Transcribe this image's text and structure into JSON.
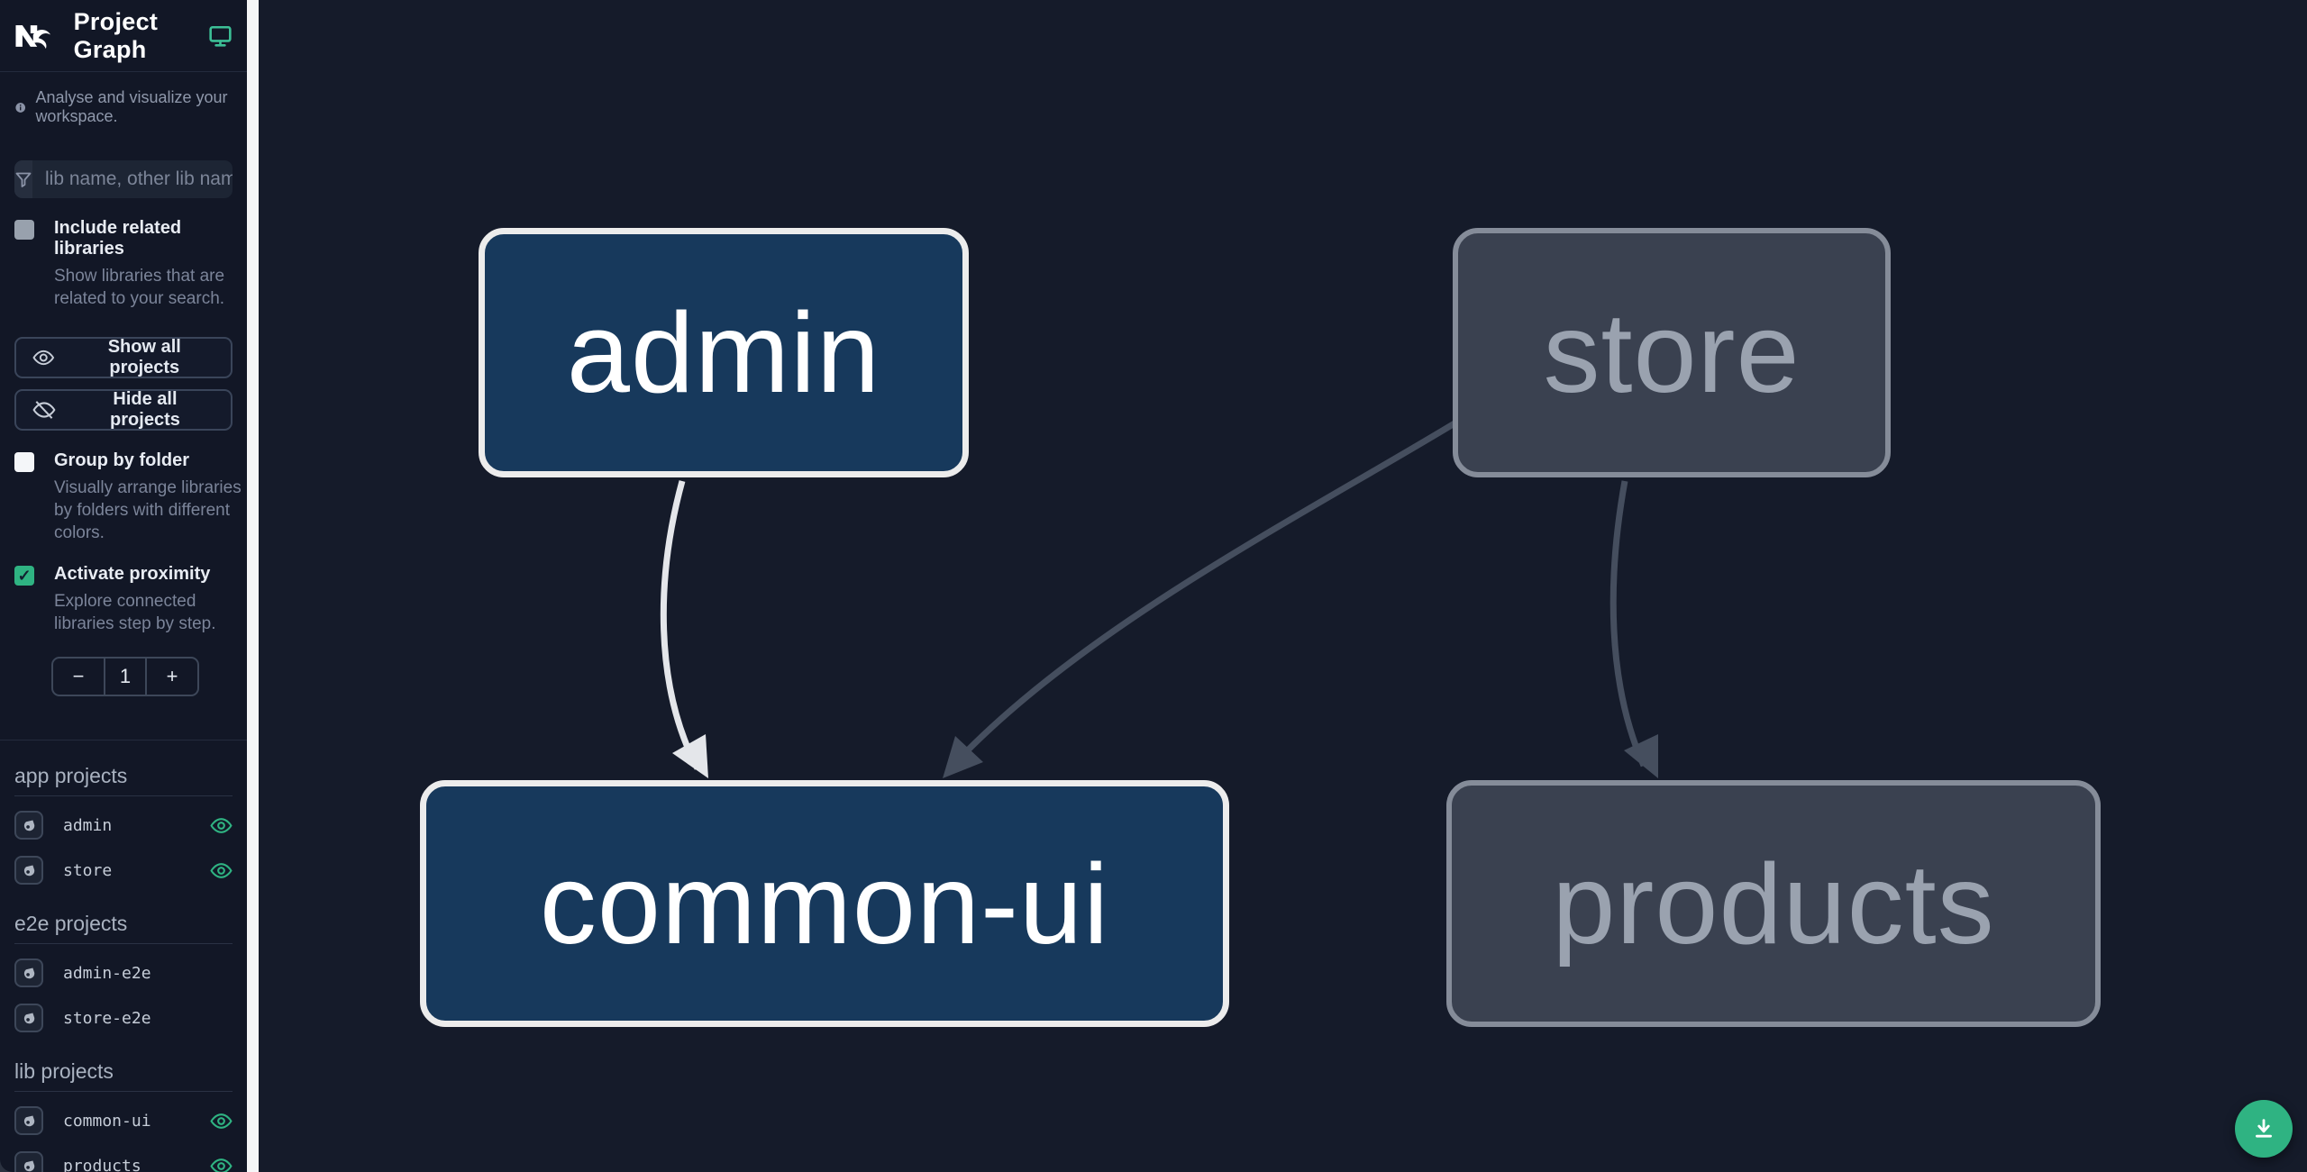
{
  "header": {
    "title": "Project Graph"
  },
  "sidebar": {
    "tagline": "Analyse and visualize your workspace.",
    "search": {
      "placeholder": "lib name, other lib name"
    },
    "options": [
      {
        "label": "Include related libraries",
        "description": "Show libraries that are related to your search.",
        "checked": false
      },
      {
        "label": "Group by folder",
        "description": "Visually arrange libraries by folders with different colors.",
        "checked": false
      },
      {
        "label": "Activate proximity",
        "description": "Explore connected libraries step by step.",
        "checked": true,
        "check_glyph": "✓"
      }
    ],
    "actions": [
      {
        "label": "Show all projects",
        "icon": "eye-icon"
      },
      {
        "label": "Hide all projects",
        "icon": "eye-off-icon"
      }
    ],
    "proximity_stepper": {
      "decrement": "−",
      "value": "1",
      "increment": "+"
    },
    "sections": [
      {
        "title": "app projects",
        "items": [
          {
            "name": "admin",
            "visible": true
          },
          {
            "name": "store",
            "visible": true
          }
        ]
      },
      {
        "title": "e2e projects",
        "items": [
          {
            "name": "admin-e2e",
            "visible": false
          },
          {
            "name": "store-e2e",
            "visible": false
          }
        ]
      },
      {
        "title": "lib projects",
        "items": [
          {
            "name": "common-ui",
            "visible": true
          },
          {
            "name": "products",
            "visible": true
          }
        ]
      }
    ]
  },
  "graph": {
    "nodes": [
      {
        "id": "admin",
        "label": "admin",
        "state": "focused"
      },
      {
        "id": "store",
        "label": "store",
        "state": "faded"
      },
      {
        "id": "common-ui",
        "label": "common-ui",
        "state": "focused"
      },
      {
        "id": "products",
        "label": "products",
        "state": "faded"
      }
    ],
    "edges": [
      {
        "from": "admin",
        "to": "common-ui",
        "state": "focused"
      },
      {
        "from": "store",
        "to": "common-ui",
        "state": "faded"
      },
      {
        "from": "store",
        "to": "products",
        "state": "faded"
      }
    ],
    "colors": {
      "canvas_bg": "#151b2a",
      "sidebar_bg": "#121726",
      "accent_teal": "#2fb382",
      "node_focused_bg": "#17395c",
      "node_focused_border": "#ececec",
      "node_faded_bg": "#3a4150",
      "node_faded_border": "#858c99",
      "edge_focused": "#e4e6ea",
      "edge_faded": "#454e5e"
    }
  },
  "fab": {
    "icon": "download-icon",
    "color": "#2fb382"
  }
}
